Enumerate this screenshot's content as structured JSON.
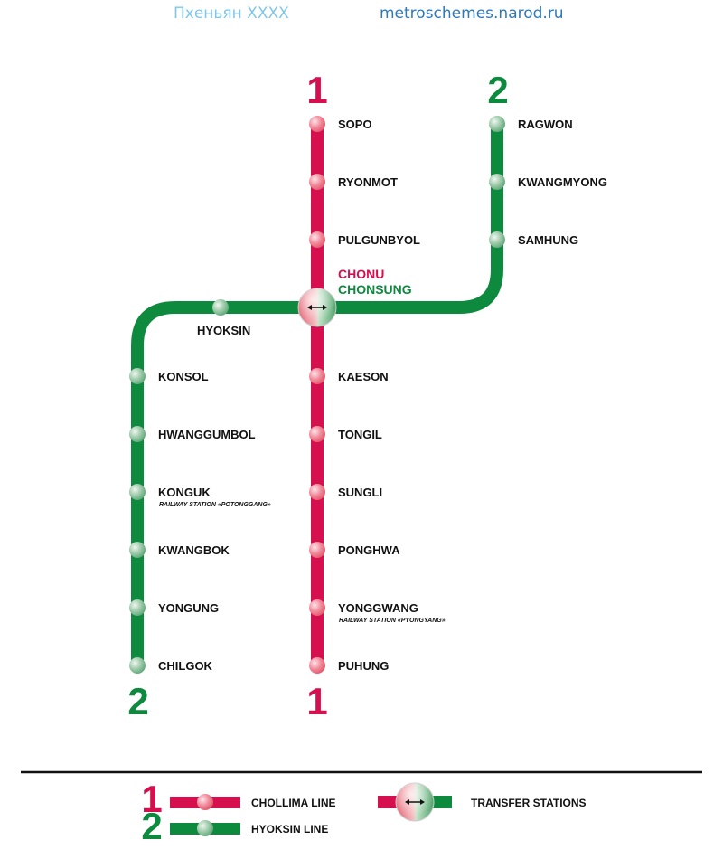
{
  "header": {
    "left_title": "Пхеньян XXXX",
    "right_url": "metroschemes.narod.ru"
  },
  "colors": {
    "line1": "#d60f4e",
    "line2": "#0e8a3f"
  },
  "lines": {
    "line1": {
      "number": "1",
      "stations": [
        "SOPO",
        "RYONMOT",
        "PULGUNBYOL",
        "KAESON",
        "TONGIL",
        "SUNGLI",
        "PONGHWA",
        "YONGGWANG",
        "PUHUNG"
      ],
      "yonggwang_note": "RAILWAY STATION «PYONGYANG»"
    },
    "line2": {
      "number": "2",
      "stations": [
        "RAGWON",
        "KWANGMYONG",
        "SAMHUNG",
        "HYOKSIN",
        "KONSOL",
        "HWANGGUMBOL",
        "KONGUK",
        "KWANGBOK",
        "YONGUNG",
        "CHILGOK"
      ],
      "konguk_note": "RAILWAY STATION «POTONGGANG»"
    }
  },
  "transfer": {
    "name_line1": "CHONU",
    "name_line2": "CHONSUNG",
    "icon": "double-arrow-icon"
  },
  "legend": {
    "line1_number": "1",
    "line1_label": "CHOLLIMA LINE",
    "line2_number": "2",
    "line2_label": "HYOKSIN LINE",
    "transfer_label": "TRANSFER STATIONS"
  }
}
